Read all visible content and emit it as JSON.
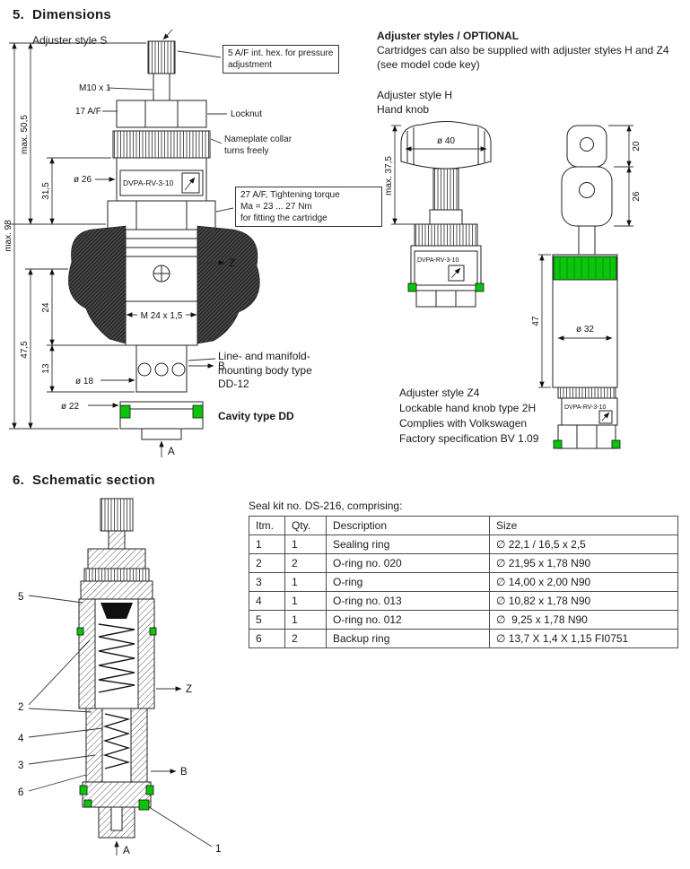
{
  "colors": {
    "green": "#0bc50b"
  },
  "s5": {
    "heading": "5.  Dimensions",
    "adjuster_s": "Adjuster style S",
    "callout_hex": "5 A/F int. hex. for pressure adjustment",
    "m10": "M10 x 1",
    "af17": "17 A/F",
    "locknut": "Locknut",
    "collar_note": "Nameplate collar turns freely",
    "dia26": "ø 26",
    "nameplate": "DVPA-RV-3-10",
    "torque1": "27 A/F, Tightening torque",
    "torque2": "Ma = 23 ... 27 Nm",
    "torque3": "for fitting the cartridge",
    "max505": "max. 50,5",
    "max98": "max. 98",
    "d315": "31,5",
    "d24": "24",
    "d475": "47,5",
    "d13": "13",
    "thread": "M 24 x 1,5",
    "dia18": "ø 18",
    "dia22": "ø 22",
    "z": "Z",
    "b": "B",
    "a": "A",
    "body_note": "Line- and manifold-mounting body type DD-12",
    "cavity": "Cavity type DD",
    "optional_title": "Adjuster styles / OPTIONAL",
    "optional_text": "Cartridges can also be supplied with adjuster styles H and Z4 (see model code key)",
    "styleH": "Adjuster style H",
    "hand_knob": "Hand knob",
    "dia40": "ø 40",
    "max375": "max. 37,5",
    "d20": "20",
    "d26": "26",
    "d47": "47",
    "dia32": "ø 32",
    "z4_1": "Adjuster style Z4",
    "z4_2": "Lockable hand knob type 2H",
    "z4_3": "Complies with Volkswagen",
    "z4_4": "Factory specification BV 1.09"
  },
  "s6": {
    "heading": "6.  Schematic section",
    "caption": "Seal kit no. DS-216, comprising:",
    "headers": [
      "Itm.",
      "Qty.",
      "Description",
      "Size"
    ],
    "rows": [
      [
        "1",
        "1",
        "Sealing ring",
        "∅ 22,1 / 16,5 x 2,5"
      ],
      [
        "2",
        "2",
        "O-ring no. 020",
        "∅ 21,95 x 1,78 N90"
      ],
      [
        "3",
        "1",
        "O-ring",
        "∅ 14,00 x 2,00 N90"
      ],
      [
        "4",
        "1",
        "O-ring no. 013",
        "∅ 10,82 x 1,78 N90"
      ],
      [
        "5",
        "1",
        "O-ring no. 012",
        "∅  9,25 x 1,78 N90"
      ],
      [
        "6",
        "2",
        "Backup ring",
        "∅ 13,7 X 1,4 X 1,15 FI0751"
      ]
    ],
    "lbl": {
      "n1": "1",
      "n2": "2",
      "n3": "3",
      "n4": "4",
      "n5": "5",
      "n6": "6",
      "z": "Z",
      "b": "B",
      "a": "A"
    }
  }
}
